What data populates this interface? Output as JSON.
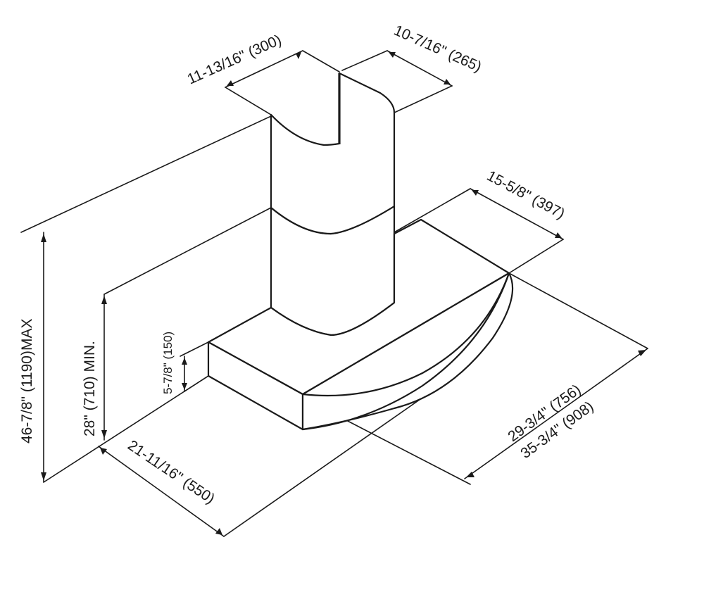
{
  "dimensions": {
    "duct_width": "11-13/16\" (300)",
    "duct_depth": "10-7/16\" (265)",
    "hood_depth": "15-5/8\" (397)",
    "overall_height_max": "46-7/8\" (1190)MAX",
    "min_height": "28\" (710) MIN.",
    "canopy_height": "5-7/8\" (150)",
    "base_width": "21-11/16\" (550)",
    "width_inner": "29-3/4\" (756)",
    "width_outer": "35-3/4\" (908)"
  },
  "colors": {
    "line": "#1a1a1a",
    "background": "#ffffff"
  }
}
